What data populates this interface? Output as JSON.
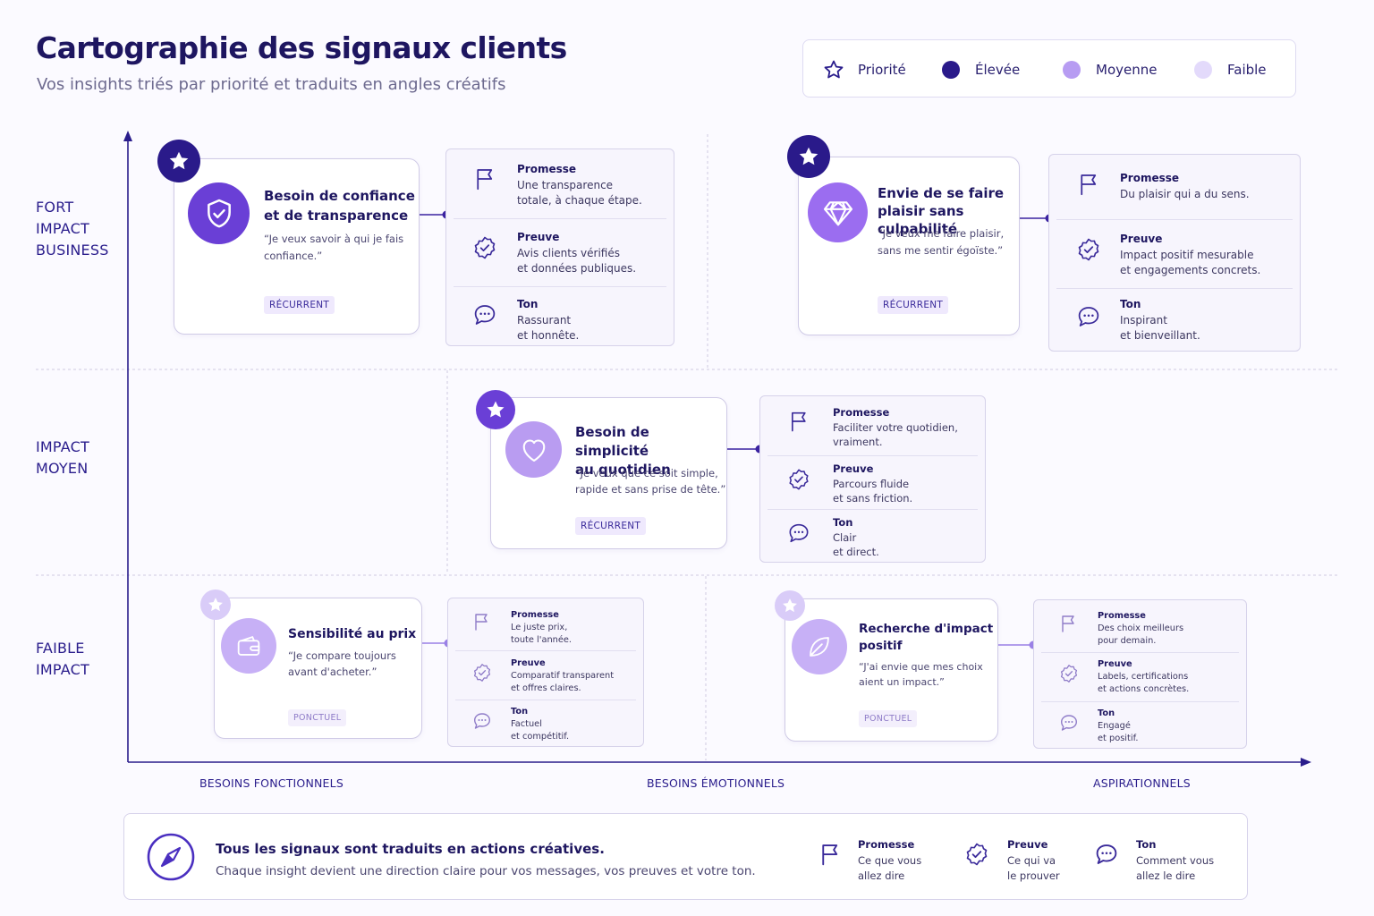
{
  "header": {
    "title": "Cartographie des signaux clients",
    "subtitle": "Vos insights triés par priorité et traduits en angles créatifs"
  },
  "legend": {
    "priority_label": "Priorité",
    "levels": [
      {
        "label": "Élevée",
        "color": "#2a1a8a"
      },
      {
        "label": "Moyenne",
        "color": "#b79cf2"
      },
      {
        "label": "Faible",
        "color": "#e3dafb"
      }
    ]
  },
  "rows": [
    {
      "lines": [
        "FORT",
        "IMPACT",
        "BUSINESS"
      ]
    },
    {
      "lines": [
        "IMPACT",
        "MOYEN"
      ]
    },
    {
      "lines": [
        "FAIBLE",
        "IMPACT"
      ]
    }
  ],
  "columns": [
    "BESOINS FONCTIONNELS",
    "BESOINS ÉMOTIONNELS",
    "ASPIRATIONNELS"
  ],
  "cards": [
    {
      "icon": "shield-check-icon",
      "title_lines": [
        "Besoin de confiance",
        "et de transparence"
      ],
      "quote_lines": [
        "“Je veux savoir à qui je fais",
        "confiance.”"
      ],
      "tag": "RÉCURRENT",
      "priority": "Élevée",
      "panel": {
        "promesse": {
          "label": "Promesse",
          "lines": [
            "Une transparence",
            "totale, à chaque étape."
          ]
        },
        "preuve": {
          "label": "Preuve",
          "lines": [
            "Avis clients vérifiés",
            "et données publiques."
          ]
        },
        "ton": {
          "label": "Ton",
          "lines": [
            "Rassurant",
            "et honnête."
          ]
        }
      }
    },
    {
      "icon": "diamond-icon",
      "title_lines": [
        "Envie de se faire",
        "plaisir sans culpabilité"
      ],
      "quote_lines": [
        "“Je veux me faire plaisir,",
        "sans me sentir égoïste.”"
      ],
      "tag": "RÉCURRENT",
      "priority": "Élevée",
      "panel": {
        "promesse": {
          "label": "Promesse",
          "lines": [
            "Du plaisir qui a du sens."
          ]
        },
        "preuve": {
          "label": "Preuve",
          "lines": [
            "Impact positif mesurable",
            "et engagements concrets."
          ]
        },
        "ton": {
          "label": "Ton",
          "lines": [
            "Inspirant",
            "et bienveillant."
          ]
        }
      }
    },
    {
      "icon": "heart-icon",
      "title_lines": [
        "Besoin de simplicité",
        "au quotidien"
      ],
      "quote_lines": [
        "“Je veux que ce soit simple,",
        "rapide et sans prise de tête.”"
      ],
      "tag": "RÉCURRENT",
      "priority": "Élevée",
      "panel": {
        "promesse": {
          "label": "Promesse",
          "lines": [
            "Faciliter votre quotidien,",
            "vraiment."
          ]
        },
        "preuve": {
          "label": "Preuve",
          "lines": [
            "Parcours fluide",
            "et sans friction."
          ]
        },
        "ton": {
          "label": "Ton",
          "lines": [
            "Clair",
            "et direct."
          ]
        }
      }
    },
    {
      "icon": "wallet-icon",
      "title_lines": [
        "Sensibilité au prix"
      ],
      "quote_lines": [
        "“Je compare toujours",
        "avant d'acheter.”"
      ],
      "tag": "PONCTUEL",
      "priority": "Faible",
      "panel": {
        "promesse": {
          "label": "Promesse",
          "lines": [
            "Le juste prix,",
            "toute l'année."
          ]
        },
        "preuve": {
          "label": "Preuve",
          "lines": [
            "Comparatif transparent",
            "et offres claires."
          ]
        },
        "ton": {
          "label": "Ton",
          "lines": [
            "Factuel",
            "et compétitif."
          ]
        }
      }
    },
    {
      "icon": "leaf-icon",
      "title_lines": [
        "Recherche d'impact",
        "positif"
      ],
      "quote_lines": [
        "“J'ai envie que mes choix",
        "aient un impact.”"
      ],
      "tag": "PONCTUEL",
      "priority": "Faible",
      "panel": {
        "promesse": {
          "label": "Promesse",
          "lines": [
            "Des choix meilleurs",
            "pour demain."
          ]
        },
        "preuve": {
          "label": "Preuve",
          "lines": [
            "Labels, certifications",
            "et actions concrètes."
          ]
        },
        "ton": {
          "label": "Ton",
          "lines": [
            "Engagé",
            "et positif."
          ]
        }
      }
    }
  ],
  "footer": {
    "icon": "compass-icon",
    "title": "Tous les signaux sont traduits en actions créatives.",
    "text": "Chaque insight devient une direction claire pour vos messages, vos preuves et votre ton.",
    "items": [
      {
        "icon": "flag-icon",
        "label": "Promesse",
        "lines": [
          "Ce que vous",
          "allez dire"
        ]
      },
      {
        "icon": "check-badge-icon",
        "label": "Preuve",
        "lines": [
          "Ce qui va",
          "le prouver"
        ]
      },
      {
        "icon": "chat-icon",
        "label": "Ton",
        "lines": [
          "Comment vous",
          "allez le dire"
        ]
      }
    ]
  }
}
